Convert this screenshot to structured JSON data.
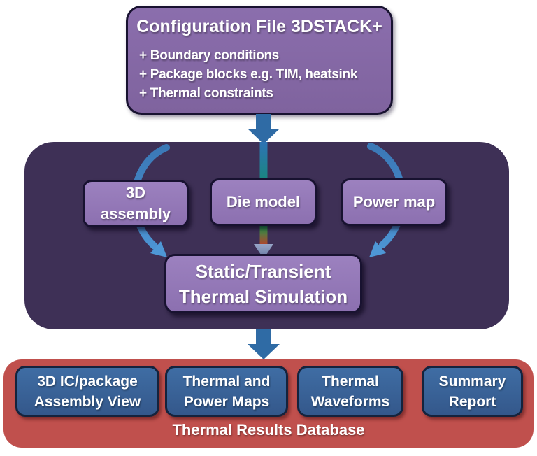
{
  "config_box": {
    "title": "Configuration File 3DSTACK+",
    "bullets": [
      "+ Boundary conditions",
      "+ Package blocks e.g. TIM, heatsink",
      "+ Thermal constraints"
    ]
  },
  "simulation": {
    "inputs": [
      {
        "lines": [
          "3D",
          "assembly"
        ]
      },
      {
        "lines": [
          "Die model"
        ]
      },
      {
        "lines": [
          "Power map"
        ]
      }
    ],
    "process": {
      "lines": [
        "Static/Transient",
        "Thermal Simulation"
      ]
    }
  },
  "results": {
    "outputs": [
      {
        "lines": [
          "3D IC/package",
          "Assembly View"
        ]
      },
      {
        "lines": [
          "Thermal and",
          "Power Maps"
        ]
      },
      {
        "lines": [
          "Thermal",
          "Waveforms"
        ]
      },
      {
        "lines": [
          "Summary",
          "Report"
        ]
      }
    ],
    "label": "Thermal Results Database"
  },
  "colors": {
    "config_box_fill": "#85689F",
    "inner_box_fill": "#9278B6",
    "sim_container_fill": "#3E3056",
    "results_container_fill": "#C0504D",
    "result_box_fill": "#3A6399",
    "block_arrow_blue": "#2F6BA5",
    "curve_arrow_blue": "#4B8FCC",
    "center_line_gradient": [
      "#2E73B5",
      "#1A8680",
      "#11A14E",
      "#C23B2A"
    ],
    "center_line_arrowhead": "#7D8DB4",
    "box_border": "#181230",
    "text": "#FFFFFF"
  }
}
